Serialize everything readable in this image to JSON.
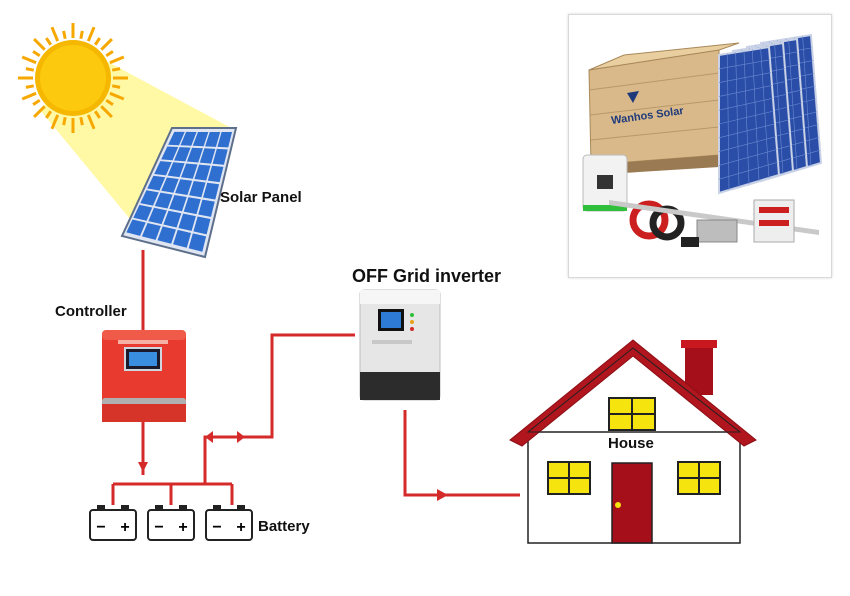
{
  "labels": {
    "solar_panel": "Solar Panel",
    "controller": "Controller",
    "inverter": "OFF Grid inverter",
    "house": "House",
    "battery": "Battery"
  },
  "product_photo": {
    "brand": "Wanhos Solar"
  },
  "battery_terminals": {
    "negative": "−",
    "positive": "+"
  },
  "colors": {
    "wire": "#d42a2a",
    "sun": "#f7c600",
    "sun_beam": "#fff79a",
    "panel_cell": "#2f6fd0",
    "controller_body": "#e83a2e",
    "house_roof": "#b1151d",
    "window_yellow": "#f5e40d",
    "door": "#a50f1a"
  }
}
